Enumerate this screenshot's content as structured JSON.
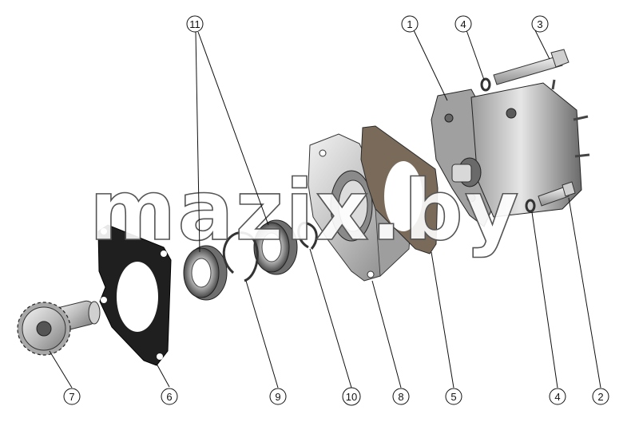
{
  "watermark": "mazix.by",
  "callouts": [
    {
      "id": "1",
      "label": "1"
    },
    {
      "id": "2",
      "label": "2"
    },
    {
      "id": "3",
      "label": "3"
    },
    {
      "id": "4a",
      "label": "4"
    },
    {
      "id": "4b",
      "label": "4"
    },
    {
      "id": "5",
      "label": "5"
    },
    {
      "id": "6",
      "label": "6"
    },
    {
      "id": "7",
      "label": "7"
    },
    {
      "id": "8",
      "label": "8"
    },
    {
      "id": "9",
      "label": "9"
    },
    {
      "id": "10",
      "label": "10"
    },
    {
      "id": "11",
      "label": "11"
    }
  ],
  "colors": {
    "metal_light": "#d9d9d9",
    "metal_dark": "#6e6e6e",
    "gasket": "#1f1f1f",
    "gasket_brown": "#7a6a5a",
    "line": "#111111"
  }
}
